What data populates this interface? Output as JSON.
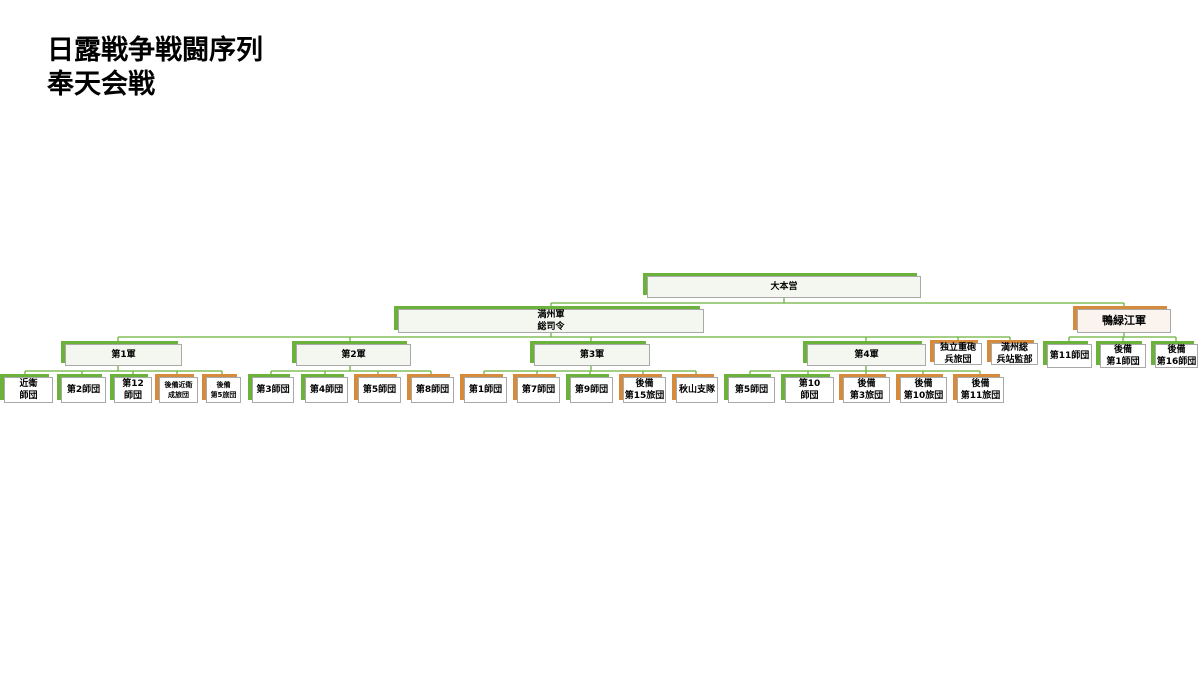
{
  "title": {
    "line1": "日露戦争戦闘序列",
    "line2": "奉天会戦"
  },
  "colors": {
    "army": "#6bb23a",
    "reserve": "#d58a3c",
    "line": "#6bb23a"
  },
  "org": {
    "root": "大本営",
    "manchuria_hq": "満州軍\n総司令",
    "yalu": "鴨緑江軍",
    "army1": "第1軍",
    "army2": "第2軍",
    "army3": "第3軍",
    "army4": "第4軍",
    "artillery": "独立重砲\n兵旅団",
    "logistics": "満州総\n兵站監部",
    "a1": [
      "近衛\n師団",
      "第2師団",
      "第12\n師団",
      "後備近衛\n成旅団",
      "後備\n第5旅団"
    ],
    "a2": [
      "第3師団",
      "第4師団",
      "第5師団",
      "第8師団"
    ],
    "a3": [
      "第1師団",
      "第7師団",
      "第9師団",
      "後備\n第15旅団",
      "秋山支隊"
    ],
    "a4": [
      "第5師団",
      "第10\n師団",
      "後備\n第3旅団",
      "後備\n第10旅団",
      "後備\n第11旅団"
    ],
    "yalu_units": [
      "第11師団",
      "後備\n第1師団",
      "後備\n第16師団"
    ]
  }
}
